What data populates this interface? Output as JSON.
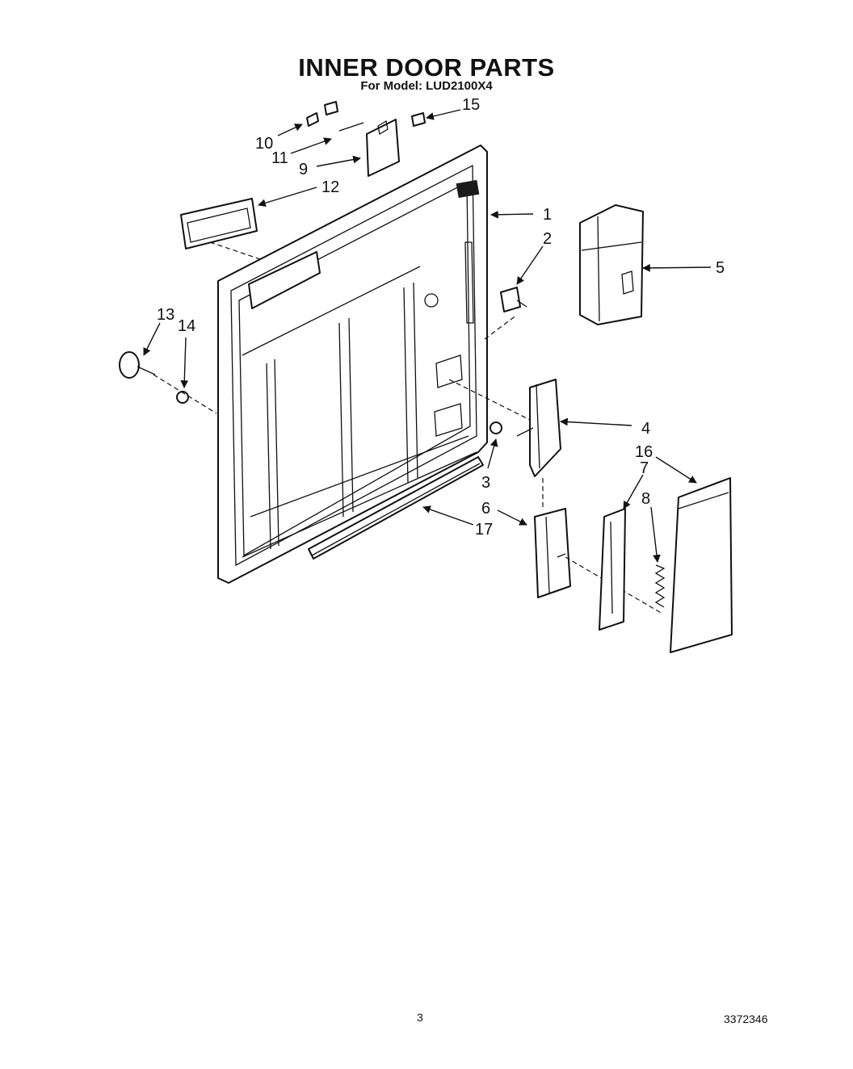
{
  "header": {
    "title": "INNER DOOR PARTS",
    "subtitle": "For Model: LUD2100X4"
  },
  "footer": {
    "page_number": "3",
    "document_number": "3372346"
  },
  "callouts": {
    "c1": "1",
    "c2": "2",
    "c3": "3",
    "c4": "4",
    "c5": "5",
    "c6": "6",
    "c7": "7",
    "c8": "8",
    "c9": "9",
    "c10": "10",
    "c11": "11",
    "c12": "12",
    "c13": "13",
    "c14": "14",
    "c15": "15",
    "c16": "16",
    "c17": "17"
  }
}
